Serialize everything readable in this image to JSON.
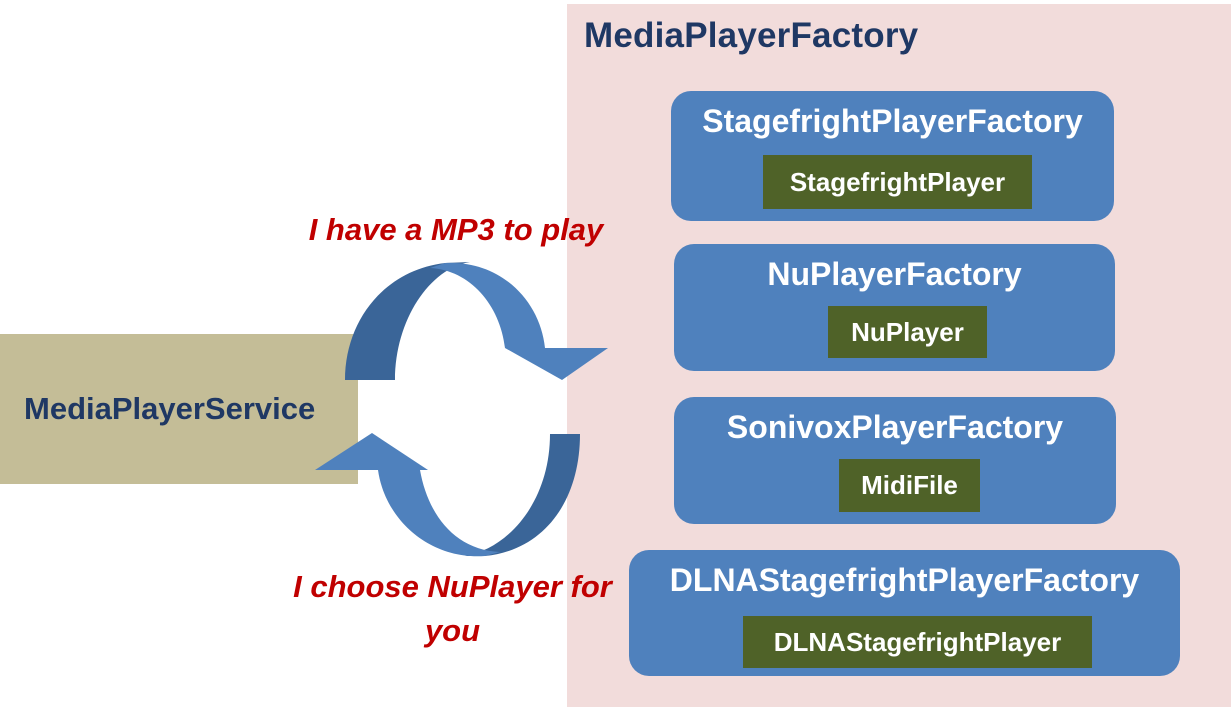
{
  "colors": {
    "panel_bg": "#F2DCDB",
    "service_bg": "#C4BD97",
    "factory_bg": "#4F81BD",
    "player_bg": "#4F6228",
    "title_text": "#1F3864",
    "message_text": "#C00000",
    "arrow_light": "#4F81BD",
    "arrow_dark": "#3A6598"
  },
  "panel": {
    "title": "MediaPlayerFactory"
  },
  "service": {
    "label": "MediaPlayerService"
  },
  "messages": {
    "request": "I have a MP3 to play",
    "response_line1": "I choose NuPlayer for",
    "response_line2": "you"
  },
  "factories": [
    {
      "name": "StagefrightPlayerFactory",
      "player": "StagefrightPlayer"
    },
    {
      "name": "NuPlayerFactory",
      "player": "NuPlayer"
    },
    {
      "name": "SonivoxPlayerFactory",
      "player": "MidiFile"
    },
    {
      "name": "DLNAStagefrightPlayerFactory",
      "player": "DLNAStagefrightPlayer"
    }
  ]
}
